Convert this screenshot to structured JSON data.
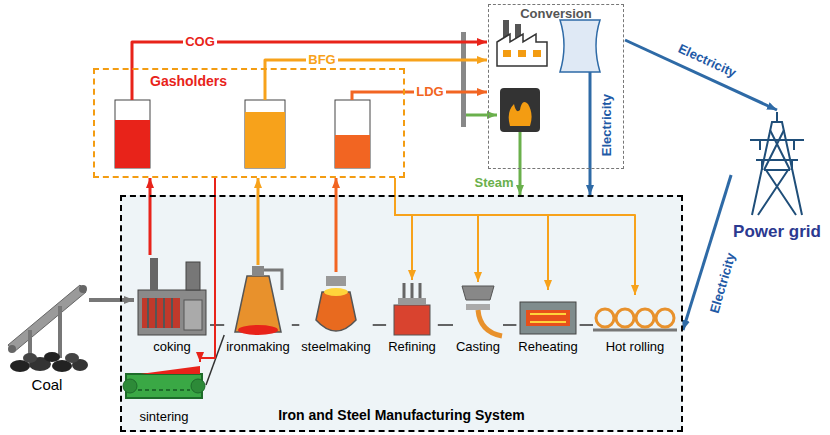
{
  "diagram": {
    "nodes": [
      {
        "text": [
          "Conversion"
        ]
      },
      {
        "text": [
          "Gasholders"
        ]
      },
      {
        "text": [
          "Power grid"
        ]
      },
      {
        "text": [
          "Coal"
        ]
      },
      {
        "text": [
          "Iron and Steel Manufacturing System"
        ]
      },
      {
        "text": [
          "coking"
        ],
        "in": 4
      },
      {
        "text": [
          "sintering"
        ],
        "in": 4
      },
      {
        "text": [
          "ironmaking"
        ],
        "in": 4
      },
      {
        "text": [
          "steelmaking"
        ],
        "in": 4
      },
      {
        "text": [
          "Refining"
        ],
        "in": 4
      },
      {
        "text": [
          "Casting"
        ],
        "in": 4
      },
      {
        "text": [
          "Reheating"
        ],
        "in": 4
      },
      {
        "text": [
          "Hot rolling"
        ],
        "in": 4
      }
    ],
    "edges": [
      {
        "from": 1,
        "to": 0,
        "label": "COG",
        "arrow": "to"
      },
      {
        "from": 1,
        "to": 0,
        "label": "BFG",
        "arrow": "to"
      },
      {
        "from": 1,
        "to": 0,
        "label": "LDG",
        "arrow": "to"
      },
      {
        "from": 0,
        "to": 4,
        "label": "Steam",
        "arrow": "to"
      },
      {
        "from": 0,
        "to": 4,
        "label": "Electricity",
        "arrow": "to"
      },
      {
        "from": 0,
        "to": 2,
        "label": "Electricity",
        "arrow": "to"
      },
      {
        "from": 2,
        "to": 4,
        "label": "Electricity",
        "arrow": "to"
      },
      {
        "from": 3,
        "to": 5,
        "arrow": "to"
      },
      {
        "from": 5,
        "to": 1,
        "arrow": "to"
      },
      {
        "from": 7,
        "to": 1,
        "arrow": "to"
      },
      {
        "from": 8,
        "to": 1,
        "arrow": "to"
      },
      {
        "from": 5,
        "to": 7,
        "arrow": "none"
      },
      {
        "from": 6,
        "to": 7,
        "arrow": "none"
      },
      {
        "from": 7,
        "to": 8,
        "arrow": "none"
      },
      {
        "from": 8,
        "to": 9,
        "arrow": "none"
      },
      {
        "from": 9,
        "to": 10,
        "arrow": "none"
      },
      {
        "from": 10,
        "to": 11,
        "arrow": "none"
      },
      {
        "from": 11,
        "to": 12,
        "arrow": "none"
      },
      {
        "from": 1,
        "to": 6,
        "arrow": "to"
      },
      {
        "from": 1,
        "to": 9,
        "arrow": "to"
      },
      {
        "from": 1,
        "to": 10,
        "arrow": "to"
      },
      {
        "from": 1,
        "to": 11,
        "arrow": "to"
      },
      {
        "from": 1,
        "to": 12,
        "arrow": "to"
      }
    ]
  }
}
